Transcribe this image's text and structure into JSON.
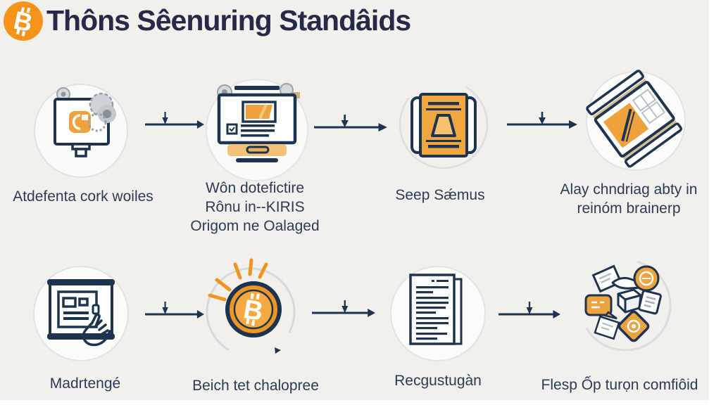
{
  "header": {
    "title": "Thôns Sêenuring Standâids",
    "logo_glyph": "B"
  },
  "steps": [
    {
      "icon": "computer-gears",
      "caption_lines": [
        "Atdefenta cork woiles"
      ]
    },
    {
      "icon": "browser-window",
      "caption_lines": [
        "Wôn dotefictire",
        "Rônu in--KIRIS",
        "Origom ne Oalaged"
      ]
    },
    {
      "icon": "book-lock",
      "caption_lines": [
        "Seep Sǽmus"
      ]
    },
    {
      "icon": "tilted-documents",
      "caption_lines": [
        "Alay chndriag abty in",
        "reinóm brainerp"
      ]
    },
    {
      "icon": "board-hand",
      "caption_lines": [
        "Madrtengé"
      ]
    },
    {
      "icon": "bitcoin-coin",
      "caption_lines": [
        "Beich tet chalopree"
      ]
    },
    {
      "icon": "document-lines",
      "caption_lines": [
        "Recgustugàn"
      ]
    },
    {
      "icon": "scattered-items",
      "caption_lines": [
        "Flesp Ốp turọn comfiôid"
      ]
    }
  ],
  "colors": {
    "background": "#f1f0ed",
    "navy": "#1e3350",
    "title_navy": "#262a48",
    "caption_navy": "#2d3a56",
    "bitcoin_orange": "#f7931a",
    "soft_orange": "#efa23c",
    "gray": "#c9cdd2"
  }
}
